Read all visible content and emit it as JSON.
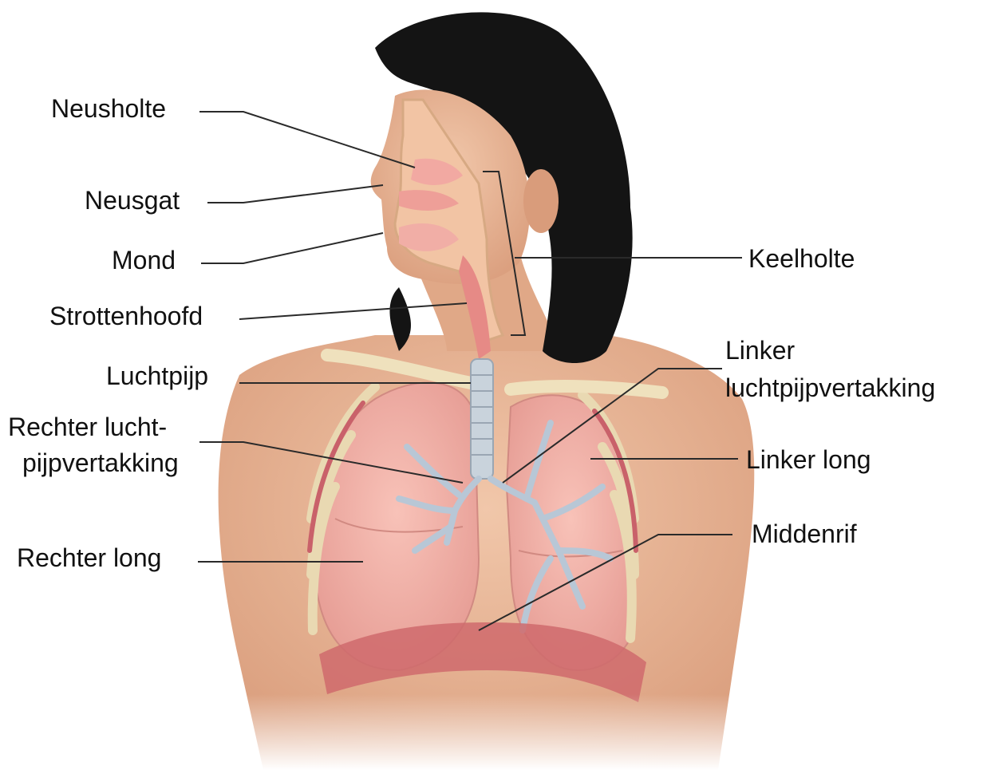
{
  "labels": {
    "nasal_cavity": "Neusholte",
    "nostril": "Neusgat",
    "mouth": "Mond",
    "larynx": "Strottenhoofd",
    "trachea": "Luchtpijp",
    "right_bronchus_line1": "Rechter lucht-",
    "right_bronchus_line2": "pijpvertakking",
    "right_lung": "Rechter long",
    "pharynx": "Keelholte",
    "left_bronchus_line1": "Linker",
    "left_bronchus_line2": "luchtpijpvertakking",
    "left_lung": "Linker long",
    "diaphragm": "Middenrif"
  },
  "colors": {
    "skin": "#e8b494",
    "skin_shadow": "#cf9574",
    "hair": "#111111",
    "lung": "#f0a9a0",
    "lung_dark": "#d98a84",
    "trachea": "#c9d3dc",
    "rib": "#e9d9b2",
    "muscle": "#c9616a",
    "bronchi": "#b8c7d6"
  }
}
